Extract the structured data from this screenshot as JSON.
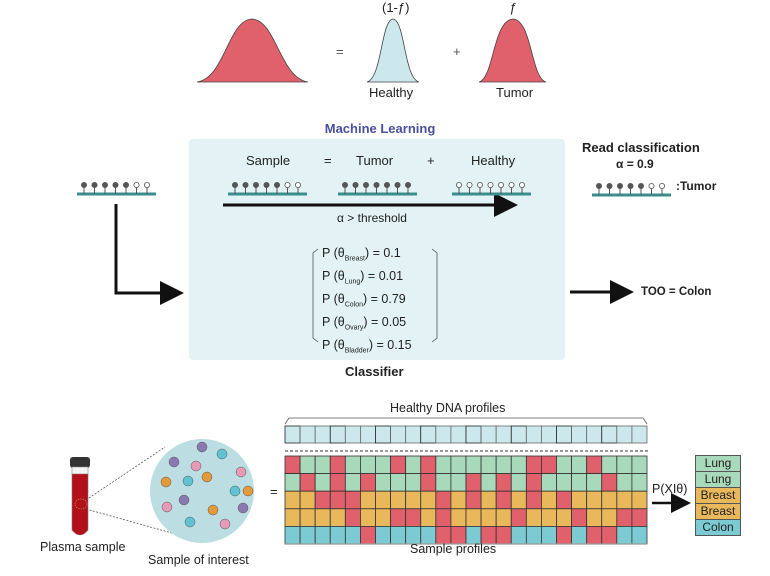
{
  "mixture": {
    "healthy_coef": "(1-ƒ)",
    "tumor_coef": "ƒ",
    "equals": "=",
    "plus": "+",
    "healthy_label": "Healthy",
    "tumor_label": "Tumor"
  },
  "ml": {
    "title": "Machine Learning",
    "sample_label": "Sample",
    "equals": "=",
    "tumor_label": "Tumor",
    "plus": "+",
    "healthy_label": "Healthy",
    "threshold_label": "α  >  threshold",
    "reads": {
      "input": [
        1,
        1,
        1,
        1,
        1,
        0,
        0
      ],
      "sample": [
        1,
        1,
        1,
        1,
        1,
        0,
        0
      ],
      "tumor": [
        1,
        1,
        1,
        1,
        1,
        1,
        1
      ],
      "healthy": [
        0,
        0,
        0,
        0,
        0,
        0,
        0
      ],
      "classified": [
        1,
        1,
        1,
        1,
        1,
        0,
        0
      ]
    },
    "probabilities": [
      {
        "label": "P (θ",
        "sub": "Breast",
        "value": ") = 0.1"
      },
      {
        "label": "P (θ",
        "sub": "Lung",
        "value": ") = 0.01"
      },
      {
        "label": "P (θ",
        "sub": "Colon",
        "value": ") = 0.79"
      },
      {
        "label": "P (θ",
        "sub": "Ovary",
        "value": ") = 0.05"
      },
      {
        "label": "P (θ",
        "sub": "Bladder",
        "value": ") = 0.15"
      }
    ],
    "classifier_label": "Classifier"
  },
  "read_classification": {
    "title": "Read classification",
    "alpha": "α = 0.9",
    "result": ":Tumor"
  },
  "too": "TOO = Colon",
  "bottom": {
    "plasma_label": "Plasma sample",
    "sample_label": "Sample of interest",
    "equals": "=",
    "healthy_profiles_label": "Healthy DNA profiles",
    "sample_profiles_label": "Sample profiles",
    "likelihood_label": "P(XIθ)",
    "colors": {
      "R": "#e0606b",
      "G": "#a9d9bb",
      "Y": "#e8b85a",
      "C": "#7ccbd3",
      "H": "#cde8ec"
    },
    "healthy_cells": 24,
    "sample_rows": [
      "RGGRGGGRGRGGGGGGRRGGRGGG",
      "GRGRGRGGGRGGRGRGRGGGGRGG",
      "YYRRRYYYYYRYRYRYRYRYYYYY",
      "YYYYRYYRRYRYYYYRYYYRYYRR",
      "CCCCCRCCCCRRCRRCCCRCRRCC"
    ],
    "legend": [
      {
        "label": "Lung",
        "color": "#a9d9bb"
      },
      {
        "label": "Lung",
        "color": "#a9d9bb"
      },
      {
        "label": "Breast",
        "color": "#e8b85a"
      },
      {
        "label": "Breast",
        "color": "#e8b85a"
      },
      {
        "label": "Colon",
        "color": "#7ccbd3"
      }
    ],
    "dots": [
      {
        "c": "#8a79b0"
      },
      {
        "c": "#5fc3d2"
      },
      {
        "c": "#8a79b0"
      },
      {
        "c": "#e79ab8"
      },
      {
        "c": "#e79ab8"
      },
      {
        "c": "#e59a3a"
      },
      {
        "c": "#e59a3a"
      },
      {
        "c": "#5fc3d2"
      },
      {
        "c": "#5fc3d2"
      },
      {
        "c": "#e59a3a"
      },
      {
        "c": "#8a79b0"
      },
      {
        "c": "#e79ab8"
      },
      {
        "c": "#e59a3a"
      },
      {
        "c": "#8a79b0"
      },
      {
        "c": "#5fc3d2"
      },
      {
        "c": "#e79ab8"
      }
    ]
  }
}
